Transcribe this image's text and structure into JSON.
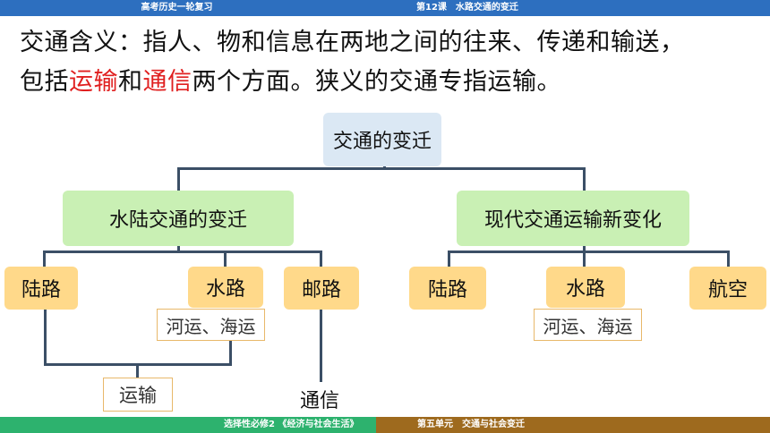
{
  "header": {
    "left": "高考历史一轮复习",
    "right": "第12课　水路交通的变迁"
  },
  "definition": {
    "part1": "交通含义：指人、物和信息在两地之间的往来、传递和输送，",
    "part2": "包括",
    "highlight1": "运输",
    "part3": "和",
    "highlight2": "通信",
    "part4": "两个方面。狭义的交通专指运输。",
    "highlight_color": "#e02020"
  },
  "tree": {
    "root": "交通的变迁",
    "left_branch": "水陆交通的变迁",
    "right_branch": "现代交通运输新变化",
    "left_children": [
      "陆路",
      "水路",
      "邮路"
    ],
    "right_children": [
      "陆路",
      "水路",
      "航空"
    ],
    "left_water_detail": "河运、海运",
    "right_water_detail": "河运、海运",
    "group_transport": "运输",
    "group_communication": "通信"
  },
  "footer": {
    "left": "选择性必修2 《经济与社会生活》",
    "right": "第五单元　交通与社会变迁"
  },
  "colors": {
    "header": "#2d6fbf",
    "footer_left": "#2db26e",
    "footer_right": "#9e6a1e",
    "root_box": "#dbe8f4",
    "branch_box": "#c9f0b4",
    "leaf_box": "#ffd98a"
  }
}
